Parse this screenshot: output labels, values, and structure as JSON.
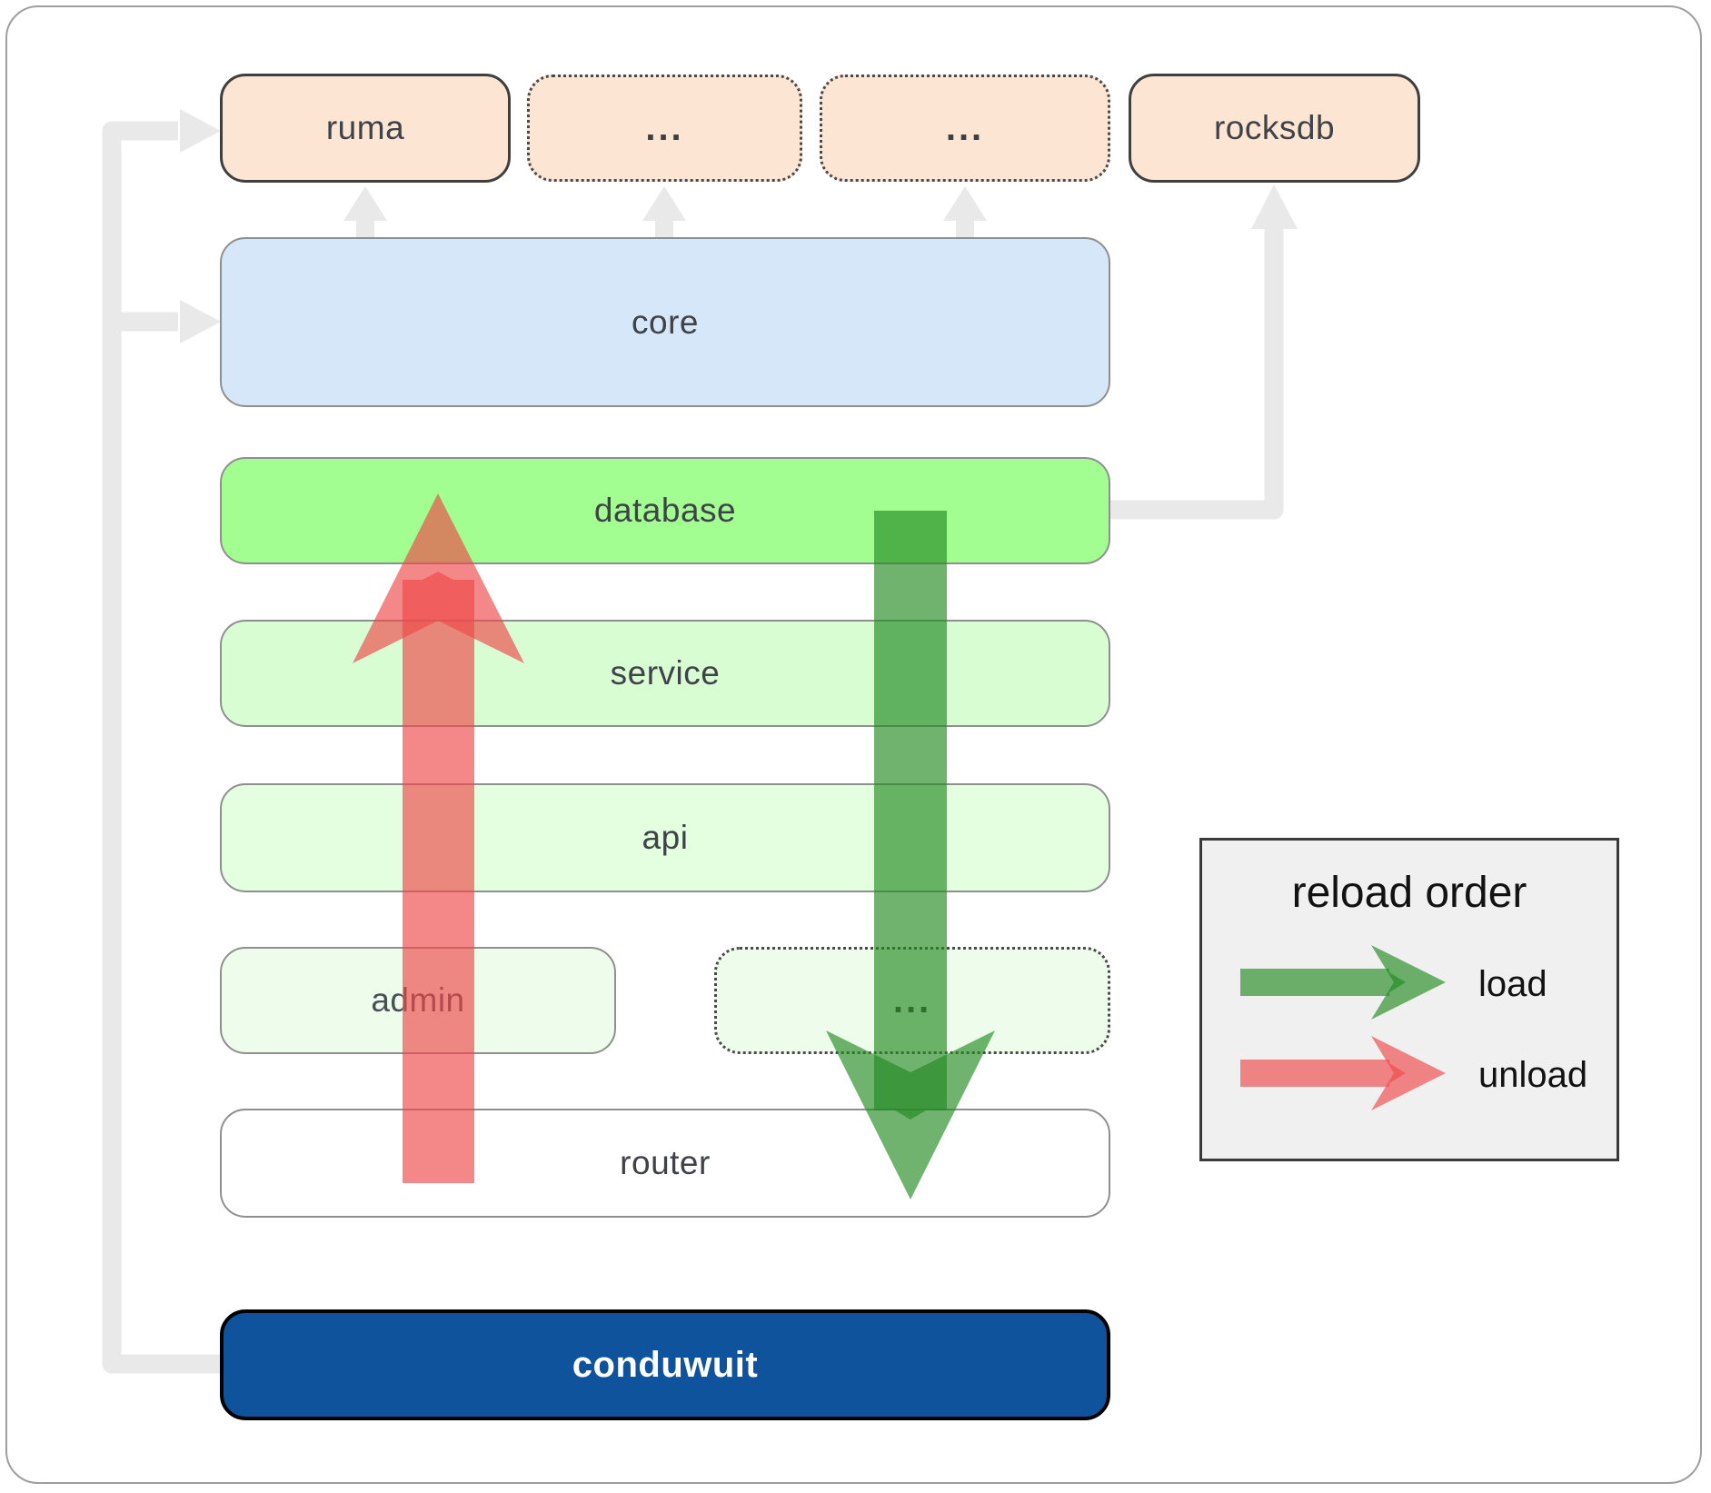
{
  "diagram": {
    "boxes": {
      "ruma": {
        "label": "ruma"
      },
      "top_ellipsis_1": {
        "label": "..."
      },
      "top_ellipsis_2": {
        "label": "..."
      },
      "rocksdb": {
        "label": "rocksdb"
      },
      "core": {
        "label": "core"
      },
      "database": {
        "label": "database"
      },
      "service": {
        "label": "service"
      },
      "api": {
        "label": "api"
      },
      "admin": {
        "label": "admin"
      },
      "admin_row_ellipsis": {
        "label": "..."
      },
      "router": {
        "label": "router"
      },
      "conduwuit": {
        "label": "conduwuit"
      }
    }
  },
  "legend": {
    "title": "reload order",
    "items": [
      {
        "label": "load",
        "arrow": "load-arrow"
      },
      {
        "label": "unload",
        "arrow": "unload-arrow"
      }
    ]
  },
  "colors": {
    "load-arrow-color": "rgba(34,139,34,0.65)",
    "unload-arrow-color": "rgba(238,72,72,0.65)",
    "connector-gray": "#e9e9e9",
    "peach-fill": "#fce5d3",
    "core-fill": "#d5e7f8",
    "database-fill": "#a3fe92",
    "service-fill": "#d8fdd3",
    "api-fill": "#e4fee0",
    "faint-green-fill": "#eefdeb",
    "conduwuit-blue": "#0f539d",
    "label-color": "#3f4349",
    "box-border-gray": "#8f8f8f",
    "box-border-dark": "#3f3f3f",
    "legend-bg": "#f0f0f0",
    "frame-border": "#9e9e9e"
  }
}
